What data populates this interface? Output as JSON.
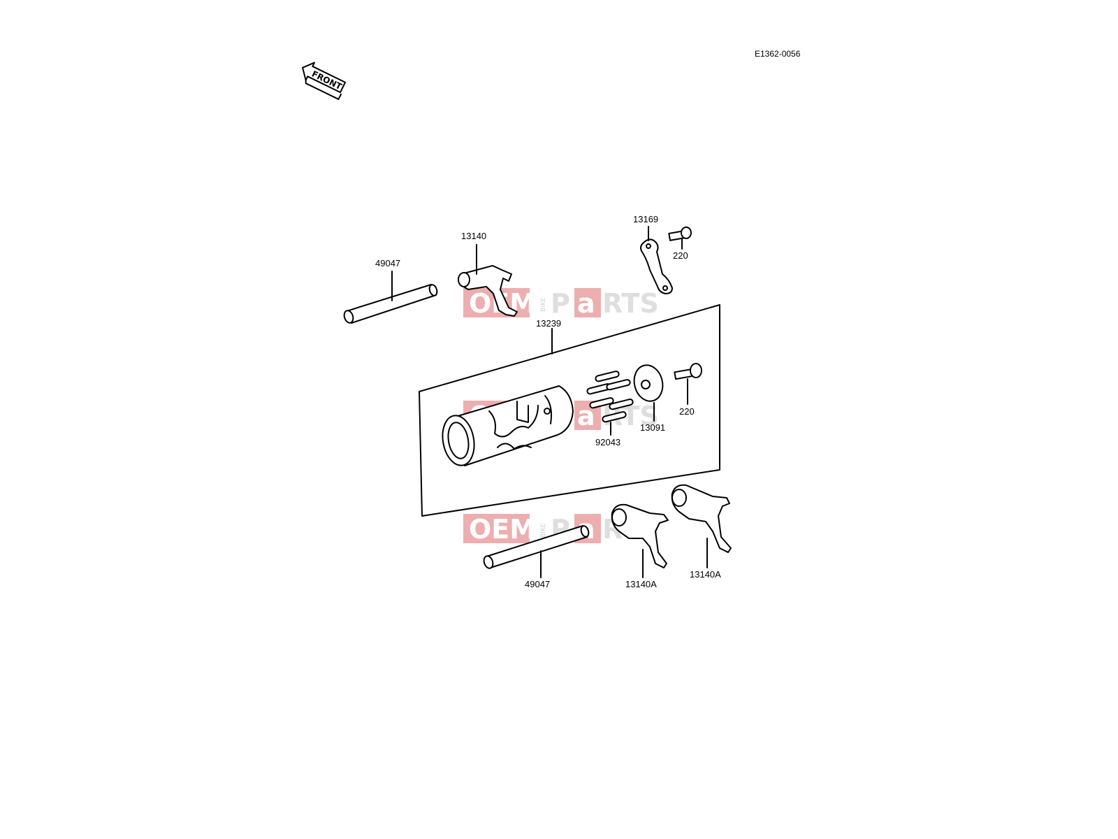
{
  "diagram_code": "E1362-0056",
  "front_arrow": {
    "label": "FRONT"
  },
  "watermark": {
    "left": "OEM",
    "bike": "BIKE",
    "p": "P",
    "a": "a",
    "rts": "RTS"
  },
  "parts": {
    "shaft_upper": "49047",
    "fork_upper": "13140",
    "plate": "13169",
    "bolt_upper": "220",
    "drum_assembly": "13239",
    "pins": "92043",
    "drum_cover": "13091",
    "bolt_lower": "220",
    "shaft_lower": "49047",
    "fork_lower_left": "13140A",
    "fork_lower_right": "13140A"
  }
}
